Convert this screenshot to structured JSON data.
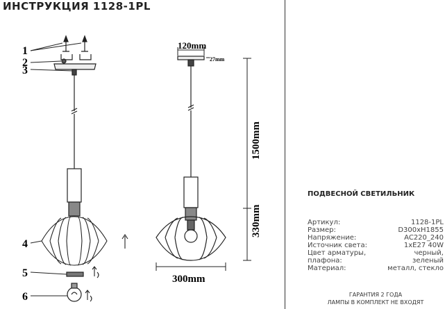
{
  "header": {
    "title": "ИНСТРУКЦИЯ 1128-1PL"
  },
  "callouts": [
    "1",
    "2",
    "3",
    "4",
    "5",
    "6"
  ],
  "dimensions": {
    "canopy_width": "120mm",
    "lamp_base": "27mm",
    "suspension_height": "1500mm",
    "shade_height": "330mm",
    "shade_diameter": "300mm"
  },
  "product": {
    "name": "ПОДВЕСНОЙ СВЕТИЛЬНИК"
  },
  "specs": [
    {
      "label": "Артикул:",
      "value": "1128-1PL"
    },
    {
      "label": "Размер:",
      "value": "D300xH1855"
    },
    {
      "label": "Напряжение:",
      "value": "AC220_240"
    },
    {
      "label": "Источник света:",
      "value": "1xE27 40W"
    },
    {
      "label": "Цвет арматуры, плафона:",
      "value": "черный, зеленый"
    },
    {
      "label": "Материал:",
      "value": "металл, стекло"
    }
  ],
  "footer": {
    "warranty": "ГАРАНТИЯ 2 ГОДА",
    "bulbs": "ЛАМПЫ В КОМПЛЕКТ НЕ ВХОДЯТ"
  }
}
